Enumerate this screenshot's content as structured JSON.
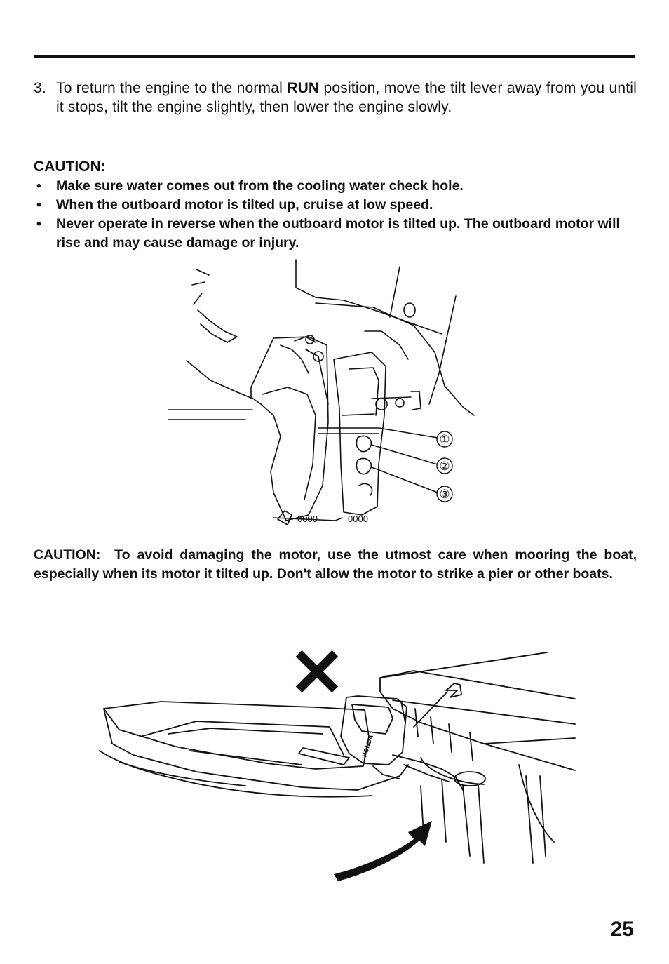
{
  "step": {
    "number": "3.",
    "text_before": "To return the engine to the normal ",
    "bold_word": "RUN",
    "text_after": " position, move the tilt lever away from you until it stops, tilt the engine slightly, then lower the engine slowly."
  },
  "caution1": {
    "heading": "CAUTION:",
    "bullet_symbol": "•",
    "items": [
      "Make sure water comes out from the cooling water check hole.",
      "When the outboard motor is tilted up, cruise at low speed.",
      "Never operate in reverse when the outboard motor is tilted up. The outboard motor will rise and may cause damage or injury."
    ]
  },
  "figure1": {
    "callouts": [
      "①",
      "②",
      "③"
    ]
  },
  "caution2": {
    "label": "CAUTION:",
    "text": "To avoid damaging the motor, use the utmost care when mooring the boat, especially when its motor it tilted up. Don't allow the motor to strike a pier or other boats."
  },
  "figure2": {
    "motor_brand": "HONDA",
    "mark": "✕"
  },
  "page_number": "25"
}
